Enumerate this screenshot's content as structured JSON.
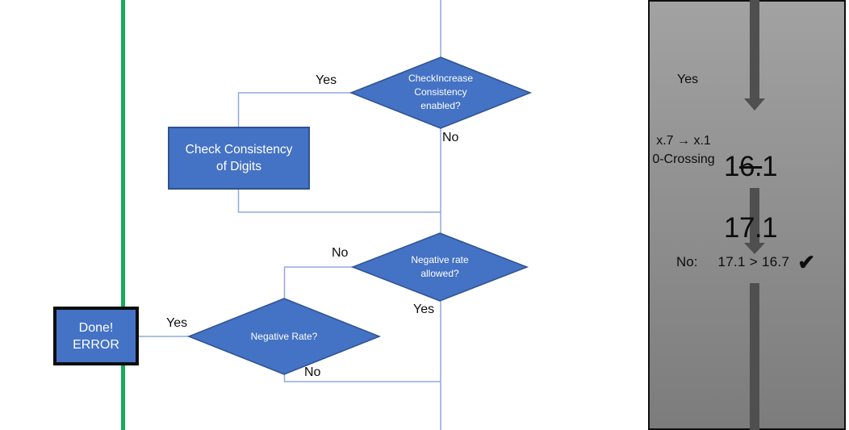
{
  "colors": {
    "accent-blue": "#4472C4",
    "accent-blue-border": "#2F528F",
    "connector-blue": "#8FAADC",
    "green-line": "#17AB5B",
    "arrow-gray": "#4F4F4F",
    "panel-top": "#A2A2A2",
    "panel-bottom": "#7C7C7C"
  },
  "flowchart": {
    "decision_check_increase": {
      "label": "CheckIncrease\nConsistency\nenabled?",
      "yes_label": "Yes",
      "no_label": "No"
    },
    "process_check_consistency": {
      "label": "Check Consistency\nof Digits"
    },
    "decision_negative_rate_allowed": {
      "label": "Negative rate\nallowed?",
      "no_label": "No",
      "yes_label": "Yes"
    },
    "decision_negative_rate": {
      "label": "Negative Rate?",
      "yes_label": "Yes",
      "no_label": "No"
    },
    "terminal_done_error": {
      "label": "Done!\nERROR"
    }
  },
  "side_panel": {
    "yes_label": "Yes",
    "crossing_note": "x.7 → x.1\n0-Crossing",
    "old_value": {
      "prefix": "1",
      "struck": "6.",
      "suffix": "1"
    },
    "new_value": "17.1",
    "comparison": {
      "answer": "No:",
      "expression": "17.1 > 16.7",
      "check_icon": "✔"
    }
  }
}
